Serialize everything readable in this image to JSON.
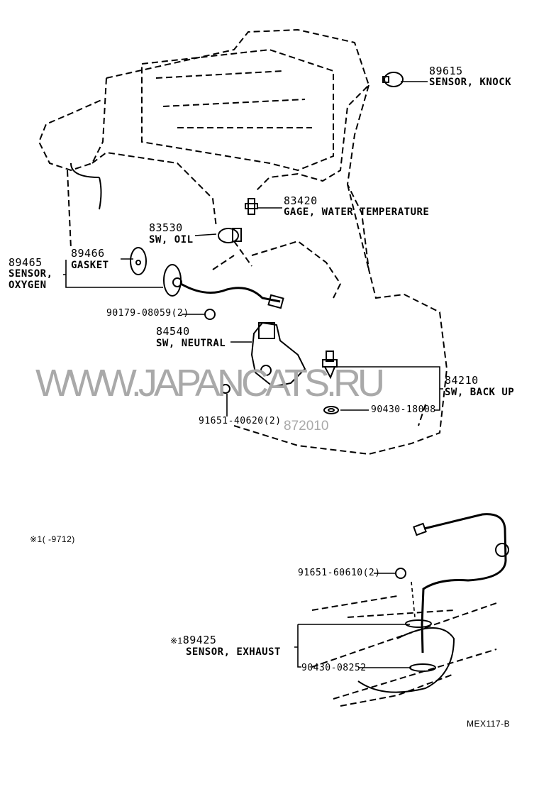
{
  "diagram_code": "MEX117-B",
  "note": "※1(      -9712)",
  "watermark": {
    "site": "WWW.JAPANCATS.RU",
    "code": "872010"
  },
  "parts": [
    {
      "number": "89615",
      "name": "SENSOR, KNOCK"
    },
    {
      "number": "83420",
      "name": "GAGE, WATER TEMPERATURE"
    },
    {
      "number": "83530",
      "name": "SW, OIL"
    },
    {
      "number": "89466",
      "name": "GASKET"
    },
    {
      "number": "89465",
      "name_line1": "SENSOR,",
      "name_line2": "OXYGEN"
    },
    {
      "number": "90179-08059(2)"
    },
    {
      "number": "84540",
      "name": "SW, NEUTRAL"
    },
    {
      "number": "84210",
      "name": "SW, BACK UP"
    },
    {
      "number": "90430-18008"
    },
    {
      "number": "91651-40620(2)"
    },
    {
      "number": "91651-60610(2)"
    },
    {
      "prefix": "※1",
      "number": "89425",
      "name": "SENSOR, EXHAUST"
    },
    {
      "number": "90430-08252"
    }
  ]
}
